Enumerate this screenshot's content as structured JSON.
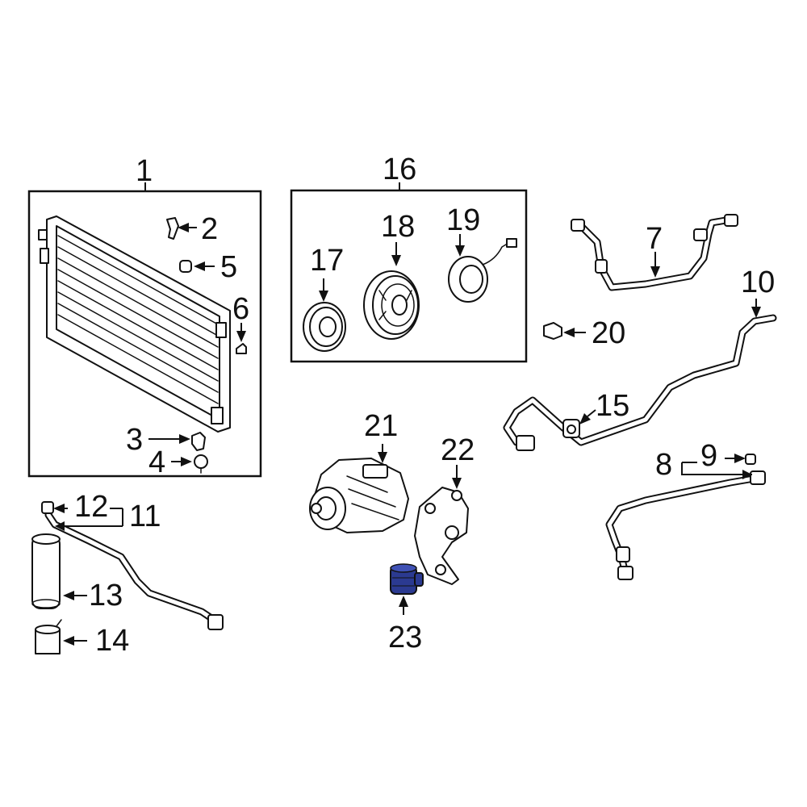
{
  "diagram": {
    "highlight_color": "#2b3a91",
    "line_color": "#111111",
    "callouts": [
      {
        "id": "1",
        "label": "1"
      },
      {
        "id": "2",
        "label": "2"
      },
      {
        "id": "3",
        "label": "3"
      },
      {
        "id": "4",
        "label": "4"
      },
      {
        "id": "5",
        "label": "5"
      },
      {
        "id": "6",
        "label": "6"
      },
      {
        "id": "7",
        "label": "7"
      },
      {
        "id": "8",
        "label": "8"
      },
      {
        "id": "9",
        "label": "9"
      },
      {
        "id": "10",
        "label": "10"
      },
      {
        "id": "11",
        "label": "11"
      },
      {
        "id": "12",
        "label": "12"
      },
      {
        "id": "13",
        "label": "13"
      },
      {
        "id": "14",
        "label": "14"
      },
      {
        "id": "15",
        "label": "15"
      },
      {
        "id": "16",
        "label": "16"
      },
      {
        "id": "17",
        "label": "17"
      },
      {
        "id": "18",
        "label": "18"
      },
      {
        "id": "19",
        "label": "19"
      },
      {
        "id": "20",
        "label": "20"
      },
      {
        "id": "21",
        "label": "21"
      },
      {
        "id": "22",
        "label": "22"
      },
      {
        "id": "23",
        "label": "23"
      }
    ],
    "highlighted_part": "23"
  }
}
